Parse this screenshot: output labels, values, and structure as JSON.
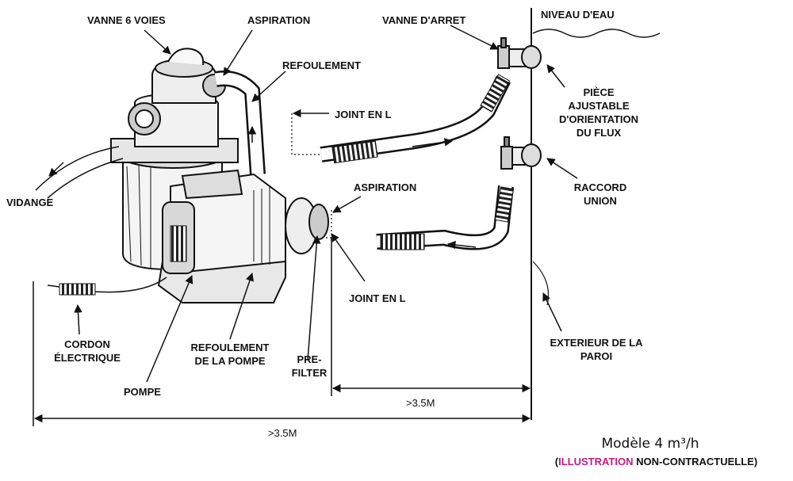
{
  "labels": {
    "vanne_6_voies": "VANNE 6 VOIES",
    "aspiration_top": "ASPIRATION",
    "refoulement": "REFOULEMENT",
    "joint_en_l_top": "JOINT EN L",
    "vanne_arret": "VANNE D'ARRET",
    "niveau_eau": "NIVEAU D'EAU",
    "piece_line1": "PIÈCE",
    "piece_line2": "AJUSTABLE",
    "piece_line3": "D'ORIENTATION",
    "piece_line4": "DU FLUX",
    "raccord_line1": "RACCORD",
    "raccord_line2": "UNION",
    "vidange": "VIDANGE",
    "aspiration_mid": "ASPIRATION",
    "joint_en_l_bottom": "JOINT EN L",
    "cordon_line1": "CORDON",
    "cordon_line2": "ÉLECTRIQUE",
    "refoulement_pompe_line1": "REFOULEMENT",
    "refoulement_pompe_line2": "DE LA POMPE",
    "prefilter_line1": "PRE-",
    "prefilter_line2": "FILTER",
    "exterieur_line1": "EXTERIEUR DE LA",
    "exterieur_line2": "PAROI",
    "pompe": "POMPE",
    "distance_short": ">3.5M",
    "distance_long": ">3.5M"
  },
  "footer": {
    "model_text": "Modèle 4 m³/h",
    "note_open": "(",
    "note_highlight": "ILLUSTRATION",
    "note_rest": " NON-CONTRACTUELLE)",
    "highlight_color": "#c8197d"
  }
}
